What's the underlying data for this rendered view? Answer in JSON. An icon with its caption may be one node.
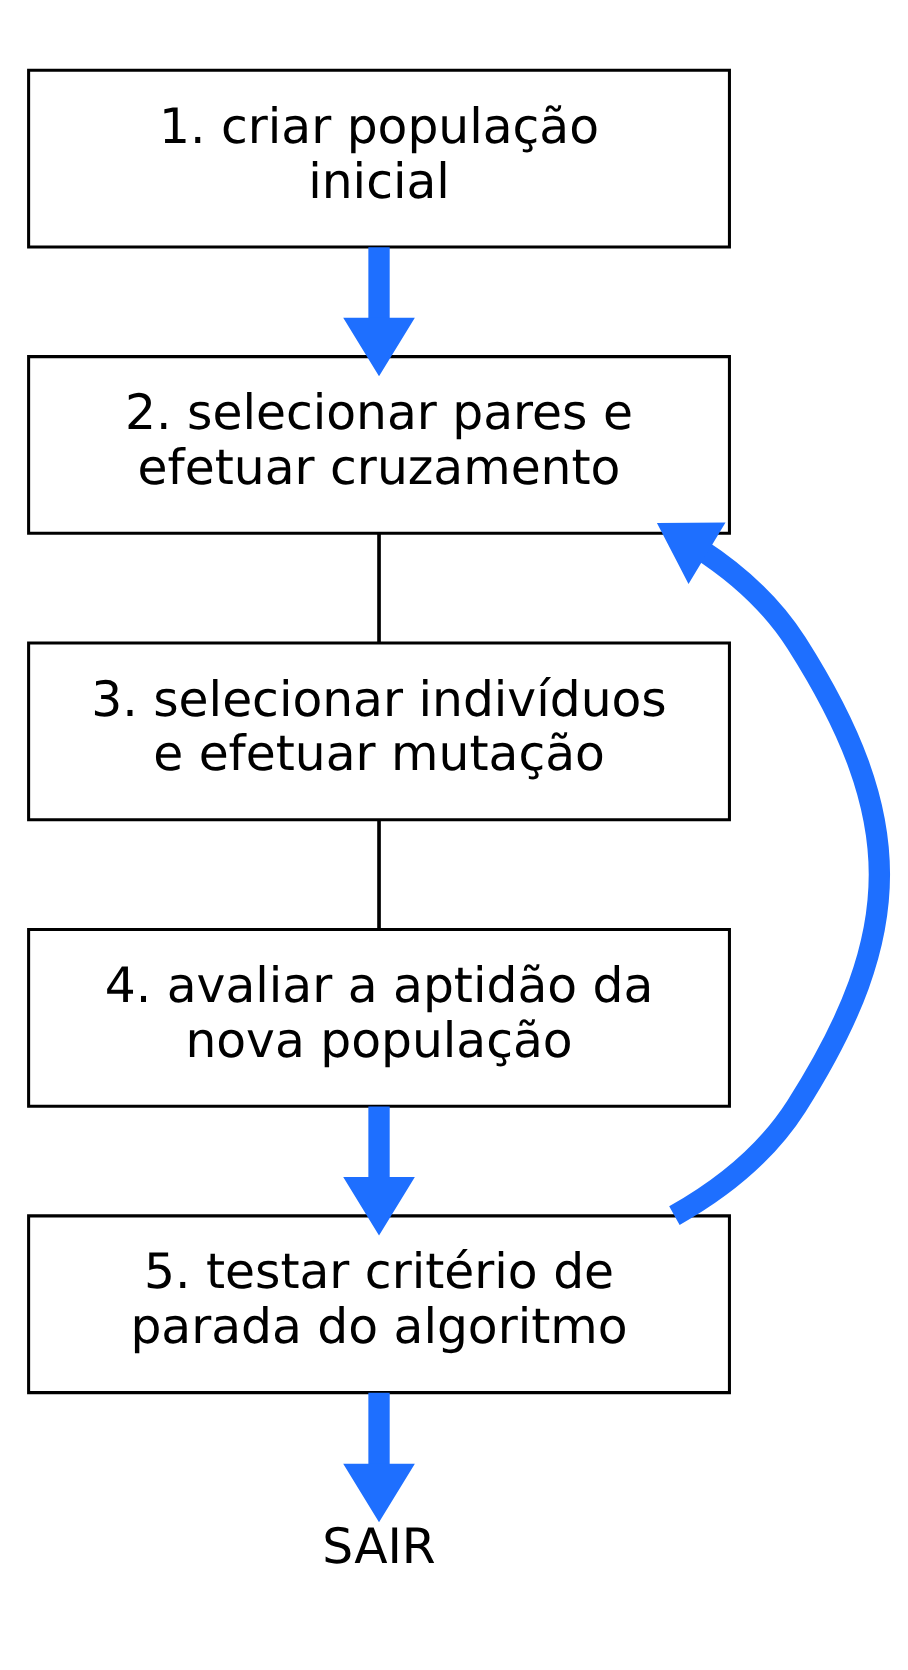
{
  "diagram": {
    "nodes": [
      {
        "text": [
          "1. criar população inicial"
        ]
      },
      {
        "text": [
          "2. selecionar pares e efetuar cruzamento"
        ]
      },
      {
        "text": [
          "3. selecionar indivíduos e efetuar mutação"
        ]
      },
      {
        "text": [
          "4. avaliar a aptidão da nova população"
        ]
      },
      {
        "text": [
          "5. testar critério de parada do algoritmo"
        ]
      },
      {
        "text": [
          "SAIR"
        ]
      }
    ],
    "edges": [
      {
        "from": 0,
        "to": 1,
        "arrow": "to"
      },
      {
        "from": 1,
        "to": 2,
        "arrow": "none",
        "color": "#000000"
      },
      {
        "from": 2,
        "to": 3,
        "arrow": "none",
        "color": "#000000"
      },
      {
        "from": 3,
        "to": 4,
        "arrow": "to"
      },
      {
        "from": 4,
        "to": 1,
        "arrow": "to"
      },
      {
        "from": 4,
        "to": 5,
        "arrow": "to"
      }
    ]
  }
}
